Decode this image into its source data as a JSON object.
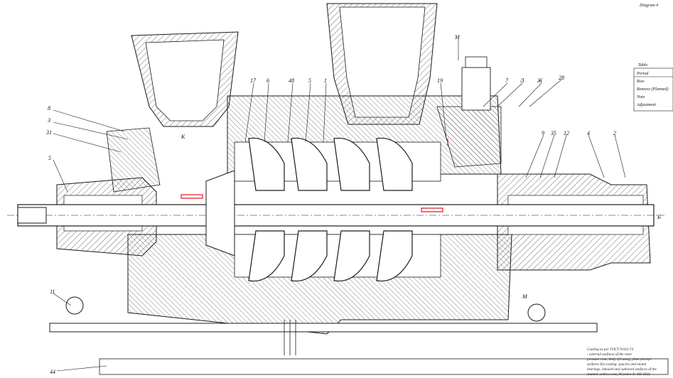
{
  "title_block": {
    "top_right": [
      "Diagram 4"
    ],
    "table_title": "Table",
    "table_rows": [
      "Period",
      "Row",
      "Remove (Planned)",
      "Note",
      "Adjustment"
    ]
  },
  "callouts": {
    "c8": "8",
    "c3": "3",
    "c31": "31",
    "c5a": "5",
    "c11": "11",
    "c44": "44",
    "c17": "17",
    "c6": "6",
    "c48": "48",
    "c5b": "5",
    "c1": "1",
    "cM": "M",
    "c19": "19",
    "c7": "7",
    "cL": "Л",
    "cZh": "Ж",
    "c28": "28",
    "c9": "9",
    "c35": "35",
    "c12": "12",
    "c4": "4",
    "c2": "2",
    "cK": "K",
    "cB": "Б",
    "cM2": "M"
  },
  "notes": [
    "Coating as per ГОСТ 9.032-74",
    "- external surfaces of the rotor",
    "pressure case, body of casing, plate (except",
    "surfaces fit) coating, spacers and mount",
    "bearings, inboard and outboard surfaces of the",
    "enamel: yellow coat, M (valve N: КО-833)"
  ],
  "colors": {
    "ink": "#1a1a1a",
    "highlight": "#e0141e"
  }
}
